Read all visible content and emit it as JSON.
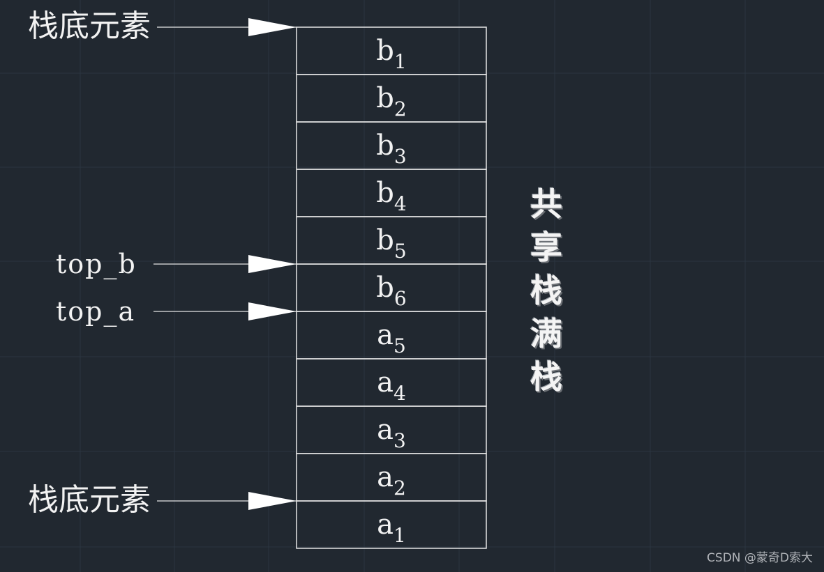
{
  "stack": {
    "cells": [
      {
        "base": "b",
        "sub": "1"
      },
      {
        "base": "b",
        "sub": "2"
      },
      {
        "base": "b",
        "sub": "3"
      },
      {
        "base": "b",
        "sub": "4"
      },
      {
        "base": "b",
        "sub": "5"
      },
      {
        "base": "b",
        "sub": "6"
      },
      {
        "base": "a",
        "sub": "5"
      },
      {
        "base": "a",
        "sub": "4"
      },
      {
        "base": "a",
        "sub": "3"
      },
      {
        "base": "a",
        "sub": "2"
      },
      {
        "base": "a",
        "sub": "1"
      }
    ]
  },
  "pointers": {
    "top_bottom_label": "栈底元素",
    "top_b_label": "top_b",
    "top_a_label": "top_a",
    "bottom_bottom_label": "栈底元素"
  },
  "title": {
    "chars": [
      "共",
      "享",
      "栈",
      "满",
      "栈"
    ]
  },
  "watermark": "CSDN @蒙奇D索大",
  "colors": {
    "background": "#212830",
    "lines": "#e6e6e6",
    "text": "#f2f2f2"
  }
}
